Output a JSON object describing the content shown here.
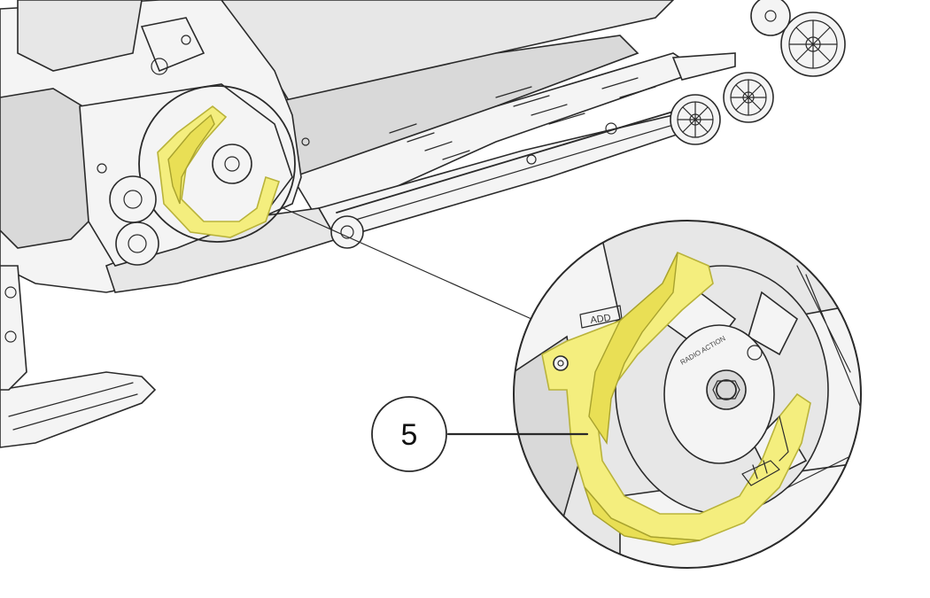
{
  "callout": {
    "number": "5"
  },
  "decals": {
    "hood_marking": "ADD",
    "clutch_ring_text": "RADIO ACTION"
  },
  "colors": {
    "highlight": "#f4ee7e",
    "line": "#2a2a2a",
    "panel": "#f4f4f4",
    "panel_dark": "#d9d9d9"
  },
  "highlighted_part": {
    "icon": "clutch-guard-highlight"
  }
}
